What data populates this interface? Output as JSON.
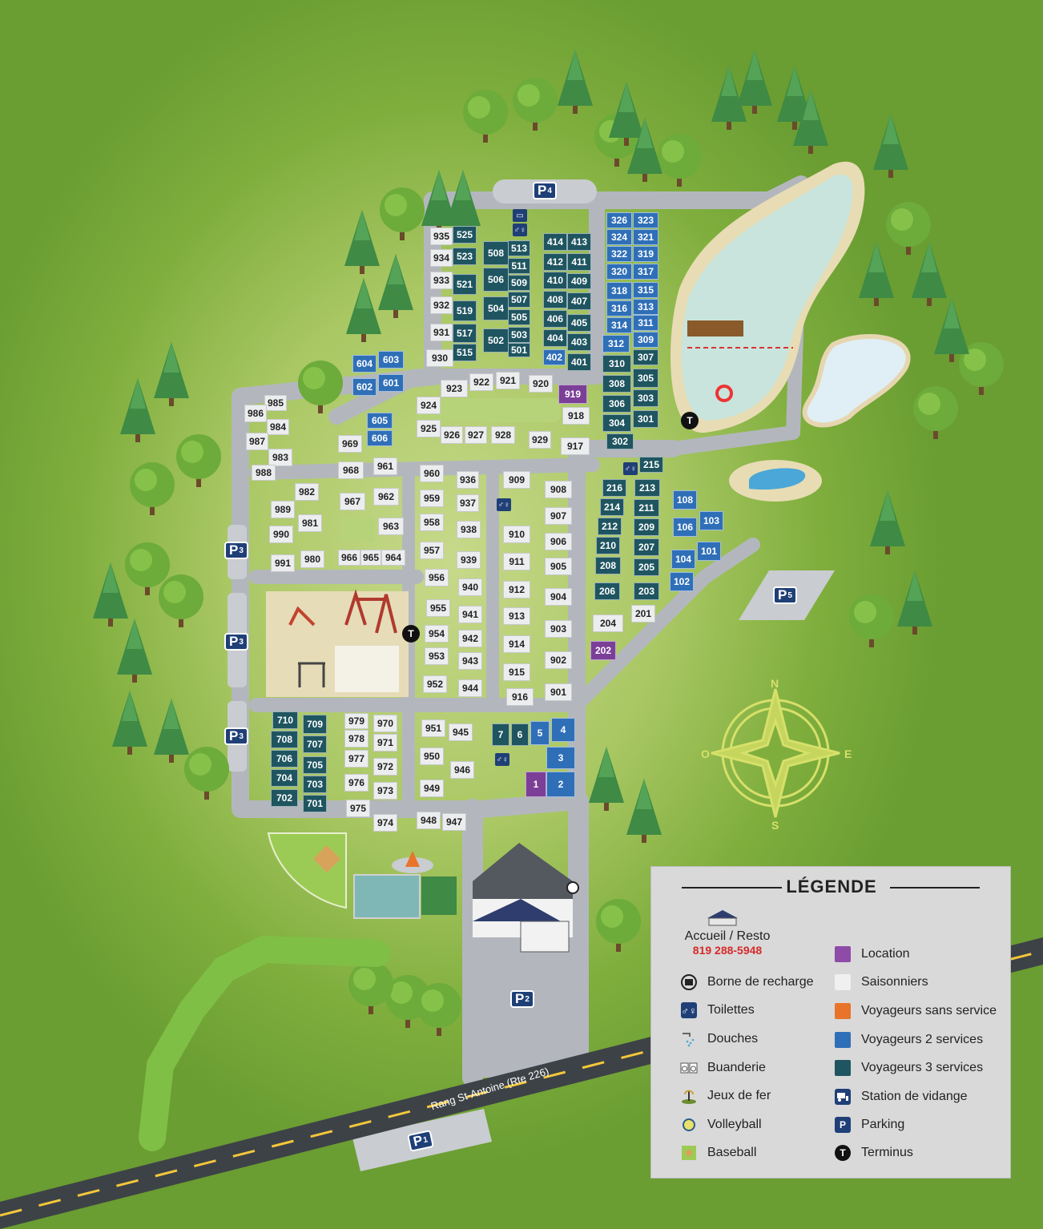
{
  "map": {
    "road_label": "Rang St-Antoine (Rte 226)",
    "parkings": [
      {
        "id": "p1",
        "letter": "P",
        "num": "1"
      },
      {
        "id": "p2",
        "letter": "P",
        "num": "2"
      },
      {
        "id": "p3a",
        "letter": "P",
        "num": "3"
      },
      {
        "id": "p3b",
        "letter": "P",
        "num": "3"
      },
      {
        "id": "p3c",
        "letter": "P",
        "num": "3"
      },
      {
        "id": "p4",
        "letter": "P",
        "num": "4"
      },
      {
        "id": "p5",
        "letter": "P",
        "num": "5"
      }
    ],
    "terminus_label": "T",
    "compass": {
      "n": "N",
      "s": "S",
      "e": "E",
      "o": "O"
    },
    "sites": {
      "seasonal": [
        "935",
        "934",
        "933",
        "932",
        "931",
        "930",
        "923",
        "922",
        "921",
        "920",
        "924",
        "925",
        "926",
        "927",
        "928",
        "929",
        "918",
        "917",
        "985",
        "986",
        "984",
        "987",
        "983",
        "988",
        "969",
        "968",
        "961",
        "967",
        "962",
        "963",
        "966",
        "965",
        "964",
        "982",
        "989",
        "981",
        "990",
        "991",
        "980",
        "960",
        "936",
        "959",
        "937",
        "958",
        "938",
        "957",
        "939",
        "956",
        "940",
        "955",
        "941",
        "954",
        "942",
        "953",
        "943",
        "952",
        "944",
        "909",
        "908",
        "907",
        "910",
        "906",
        "911",
        "905",
        "912",
        "904",
        "913",
        "903",
        "914",
        "902",
        "915",
        "916",
        "901",
        "979",
        "970",
        "978",
        "971",
        "977",
        "972",
        "976",
        "973",
        "975",
        "974",
        "951",
        "945",
        "950",
        "946",
        "949",
        "948",
        "947",
        "204",
        "201"
      ],
      "full": [
        "525",
        "523",
        "521",
        "519",
        "517",
        "515",
        "508",
        "506",
        "504",
        "502",
        "513",
        "511",
        "509",
        "507",
        "505",
        "503",
        "501",
        "414",
        "413",
        "412",
        "411",
        "410",
        "409",
        "408",
        "407",
        "406",
        "405",
        "404",
        "403",
        "401",
        "310",
        "308",
        "306",
        "304",
        "302",
        "307",
        "305",
        "303",
        "301",
        "215",
        "216",
        "213",
        "214",
        "211",
        "212",
        "209",
        "210",
        "207",
        "208",
        "205",
        "206",
        "203",
        "710",
        "709",
        "708",
        "707",
        "706",
        "705",
        "704",
        "703",
        "702",
        "701",
        "7",
        "6"
      ],
      "two": [
        "326",
        "323",
        "324",
        "321",
        "322",
        "319",
        "320",
        "317",
        "318",
        "315",
        "316",
        "313",
        "314",
        "311",
        "312",
        "309",
        "604",
        "603",
        "602",
        "601",
        "605",
        "606",
        "108",
        "106",
        "103",
        "104",
        "101",
        "102",
        "402",
        "5",
        "4",
        "3",
        "2"
      ],
      "rental": [
        "919",
        "202",
        "1"
      ]
    },
    "amenities": [
      "toilettes-513",
      "toilettes-215",
      "toilettes-910",
      "douches-910",
      "toilettes-3",
      "douches-3",
      "buanderie-1",
      "station-vidange-513",
      "borne-recharge-accueil"
    ]
  },
  "legend": {
    "title": "LÉGENDE",
    "accueil_label": "Accueil / Resto",
    "accueil_phone": "819 288-5948",
    "left_items": [
      {
        "icon": "ev-charging-icon",
        "label": "Borne de recharge"
      },
      {
        "icon": "toilets-icon",
        "label": "Toilettes"
      },
      {
        "icon": "shower-icon",
        "label": "Douches"
      },
      {
        "icon": "laundry-icon",
        "label": "Buanderie"
      },
      {
        "icon": "horseshoe-icon",
        "label": "Jeux de fer"
      },
      {
        "icon": "volleyball-icon",
        "label": "Volleyball"
      },
      {
        "icon": "baseball-icon",
        "label": "Baseball"
      }
    ],
    "right_items": [
      {
        "color": "#8e4ba8",
        "label": "Location"
      },
      {
        "color": "#f0f0f0",
        "label": "Saisonniers"
      },
      {
        "color": "#e8742b",
        "label": "Voyageurs sans service"
      },
      {
        "color": "#2f6fb8",
        "label": "Voyageurs 2 services"
      },
      {
        "color": "#1f5560",
        "label": "Voyageurs 3 services"
      },
      {
        "icon": "dump-station-icon",
        "label": "Station de vidange"
      },
      {
        "icon": "parking-icon",
        "label": "Parking",
        "glyph": "P"
      },
      {
        "icon": "terminus-icon",
        "label": "Terminus",
        "glyph": "T"
      }
    ]
  }
}
